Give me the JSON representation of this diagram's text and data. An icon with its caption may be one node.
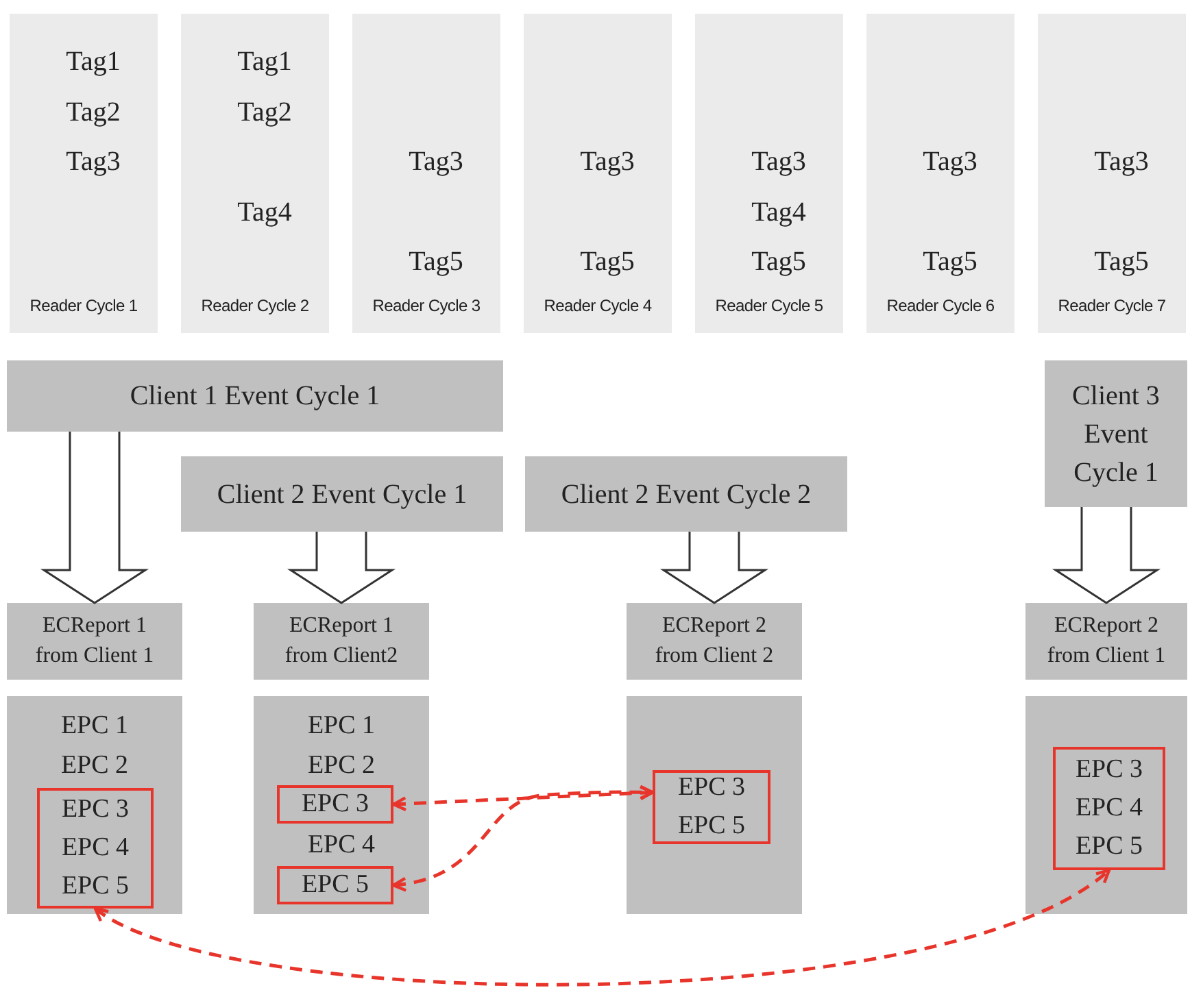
{
  "diagram": {
    "nodes": [
      {
        "text": [
          "Tag1",
          "Tag2",
          "Tag3",
          "Reader Cycle 1"
        ]
      },
      {
        "text": [
          "Tag1",
          "Tag2",
          "Tag4",
          "Reader Cycle 2"
        ]
      },
      {
        "text": [
          "Tag3",
          "Tag5",
          "Reader Cycle 3"
        ]
      },
      {
        "text": [
          "Tag3",
          "Tag5",
          "Reader Cycle 4"
        ]
      },
      {
        "text": [
          "Tag3",
          "Tag4",
          "Tag5",
          "Reader Cycle 5"
        ]
      },
      {
        "text": [
          "Tag3",
          "Tag5",
          "Reader Cycle 6"
        ]
      },
      {
        "text": [
          "Tag3",
          "Tag5",
          "Reader Cycle 7"
        ]
      },
      {
        "text": [
          "Client 1 Event Cycle 1"
        ]
      },
      {
        "text": [
          "Client 2 Event Cycle 1"
        ]
      },
      {
        "text": [
          "Client 2 Event Cycle 2"
        ]
      },
      {
        "text": [
          "Client 3 Event Cycle 1"
        ]
      },
      {
        "text": [
          "ECReport 1 from Client 1"
        ]
      },
      {
        "text": [
          "ECReport 1 from Client2"
        ]
      },
      {
        "text": [
          "ECReport 2 from Client 2"
        ]
      },
      {
        "text": [
          "ECReport 2 from Client 1"
        ]
      },
      {
        "text": [
          "EPC 1",
          "EPC 2"
        ]
      },
      {
        "text": [
          "EPC 3",
          "EPC 4",
          "EPC 5"
        ],
        "in": 15
      },
      {
        "text": [
          "EPC 1",
          "EPC 2",
          "EPC 4"
        ]
      },
      {
        "text": [
          "EPC 3"
        ],
        "in": 17
      },
      {
        "text": [
          "EPC 5"
        ],
        "in": 17
      },
      {
        "text": [],
        "shape": "box"
      },
      {
        "text": [
          "EPC 3",
          "EPC 5"
        ],
        "in": 20
      },
      {
        "text": [],
        "shape": "box"
      },
      {
        "text": [
          "EPC 3",
          "EPC 4",
          "EPC 5"
        ],
        "in": 22
      }
    ],
    "edges": [
      {
        "from": 7,
        "to": 11,
        "arrow": "to",
        "style": "thick"
      },
      {
        "from": 8,
        "to": 12,
        "arrow": "to",
        "style": "thick"
      },
      {
        "from": 9,
        "to": 13,
        "arrow": "to",
        "style": "thick"
      },
      {
        "from": 10,
        "to": 14,
        "arrow": "to",
        "style": "thick"
      },
      {
        "from": 18,
        "to": 21,
        "arrow": "both",
        "style": "dashed",
        "color": "#e8352b"
      },
      {
        "from": 19,
        "to": 21,
        "arrow": "both",
        "style": "dashed",
        "color": "#e8352b"
      },
      {
        "from": 16,
        "to": 23,
        "arrow": "both",
        "style": "dashed",
        "color": "#e8352b"
      }
    ]
  }
}
